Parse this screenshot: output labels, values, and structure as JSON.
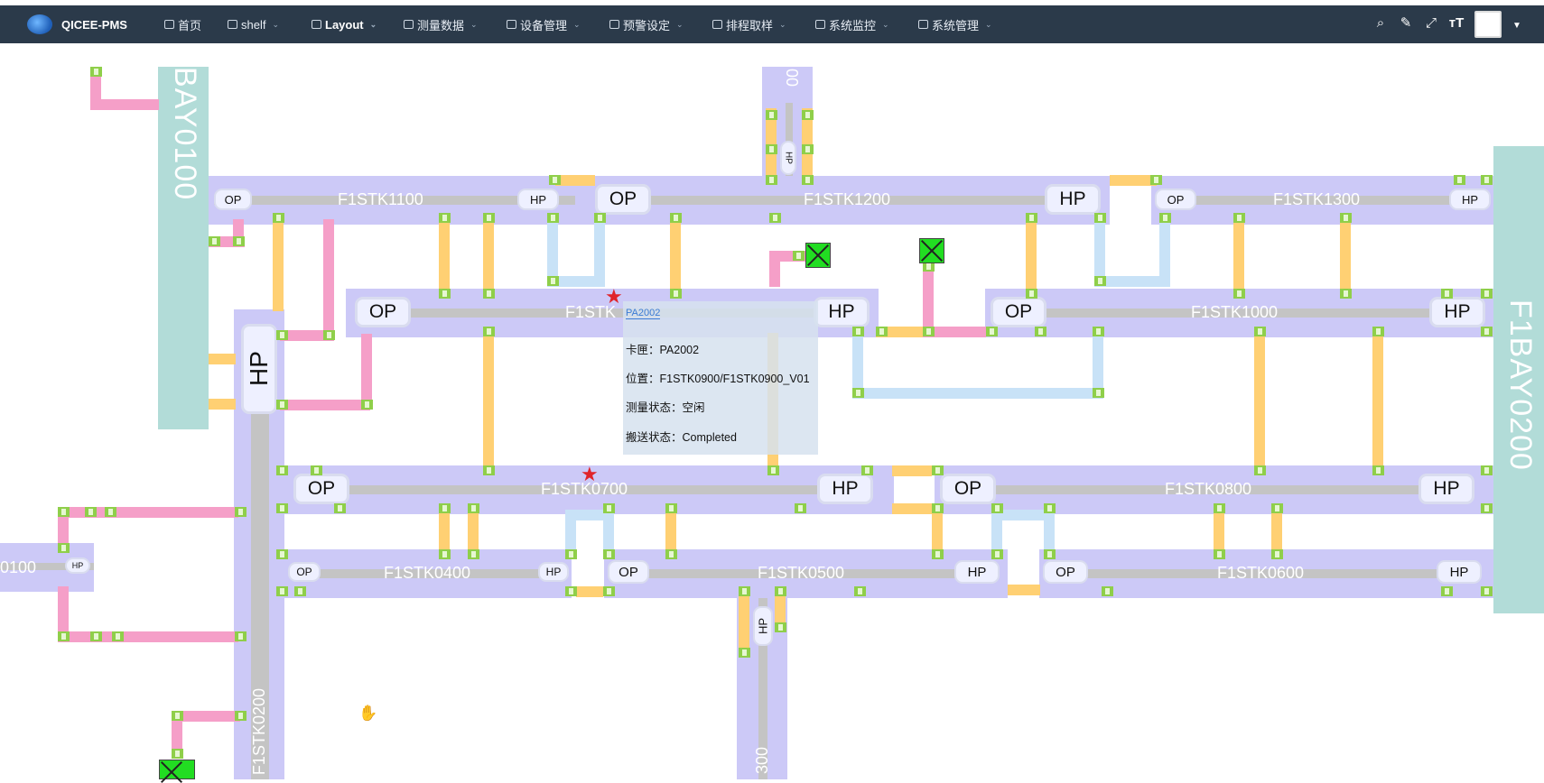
{
  "app": {
    "title": "QICEE-PMS"
  },
  "nav": {
    "items": [
      {
        "label": "首页",
        "icon": "home-icon"
      },
      {
        "label": "shelf",
        "icon": "edit-icon"
      },
      {
        "label": "Layout",
        "icon": "layout-icon"
      },
      {
        "label": "测量数据",
        "icon": "document-icon"
      },
      {
        "label": "设备管理",
        "icon": "monitor-icon"
      },
      {
        "label": "预警设定",
        "icon": "alert-icon"
      },
      {
        "label": "排程取样",
        "icon": "schedule-icon"
      },
      {
        "label": "系统监控",
        "icon": "monitor-icon"
      },
      {
        "label": "系统管理",
        "icon": "gear-icon"
      }
    ],
    "active": "Layout",
    "tools": [
      "search-icon",
      "edit-icon",
      "fullscreen-icon",
      "font-size-icon"
    ]
  },
  "layout": {
    "bays": [
      "BAY0100",
      "F1BAY0200",
      "F1STK0200"
    ],
    "bay_fragments": [
      "00",
      "0100",
      "300"
    ],
    "stockers": {
      "s1100": "F1STK1100",
      "s1200": "F1STK1200",
      "s1300": "F1STK1300",
      "s0900": "F1STK",
      "s1000": "F1STK1000",
      "s0700": "F1STK0700",
      "s0800": "F1STK0800",
      "s0400": "F1STK0400",
      "s0500": "F1STK0500",
      "s0600": "F1STK0600"
    },
    "port_op": "OP",
    "port_hp": "HP"
  },
  "tooltip": {
    "title": "PA2002",
    "lines": [
      "卡匣：PA2002",
      "位置：F1STK0900/F1STK0900_V01",
      "测量状态：空闲",
      "搬送状态：Completed"
    ]
  }
}
